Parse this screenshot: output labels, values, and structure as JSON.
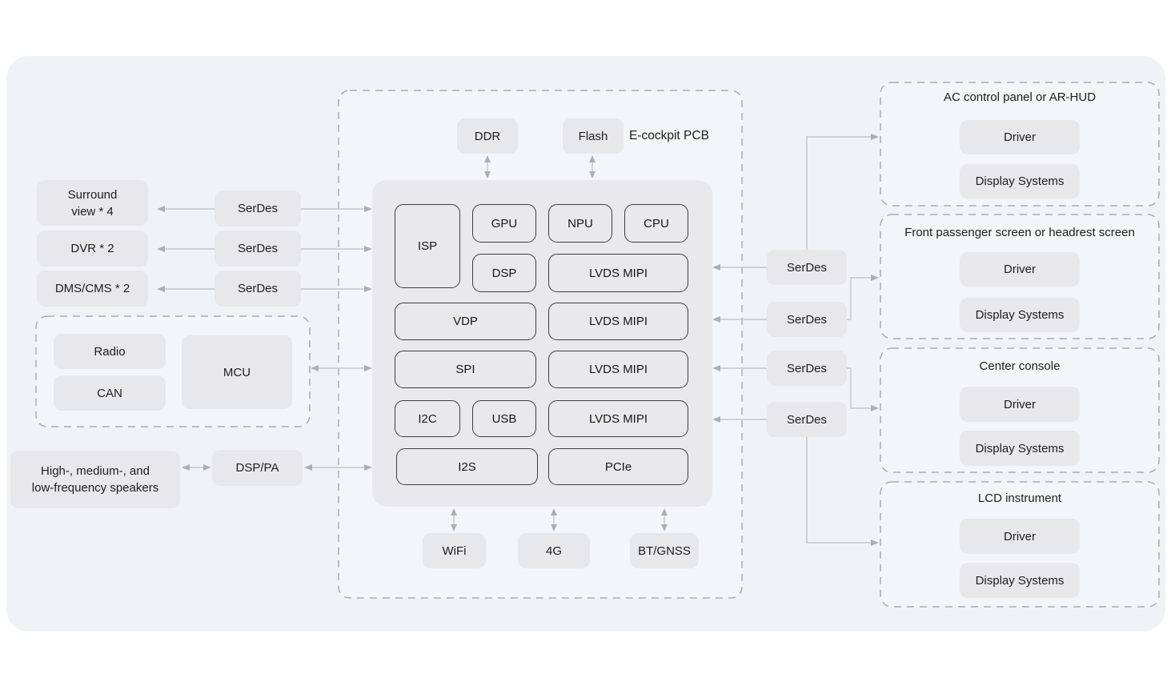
{
  "colors": {
    "page_bg": "#ffffff",
    "panel_bg": "#f1f2f6",
    "dashed_container_bg": "#f4f5f9",
    "box_fill": "#e8e8ea",
    "soc_fill": "#e9e9eb",
    "block_border": "#3e3e40",
    "dashed_border": "#a9adb3",
    "connector": "#c3c6ca",
    "arrowhead": "#abafb4",
    "text": "#1d1e20"
  },
  "left": {
    "surround_view": "Surround\nview * 4",
    "dvr": "DVR * 2",
    "dms_cms": "DMS/CMS * 2",
    "serdes": [
      "SerDes",
      "SerDes",
      "SerDes"
    ],
    "radio": "Radio",
    "can": "CAN",
    "mcu": "MCU",
    "speakers": "High-, medium-, and\nlow-frequency speakers",
    "dsp_pa": "DSP/PA"
  },
  "pcb": {
    "title": "E-cockpit PCB",
    "ddr": "DDR",
    "flash": "Flash",
    "soc": {
      "isp": "ISP",
      "gpu": "GPU",
      "npu": "NPU",
      "cpu": "CPU",
      "dsp": "DSP",
      "vdp": "VDP",
      "spi": "SPI",
      "i2c": "I2C",
      "usb": "USB",
      "i2s": "I2S",
      "pcie": "PCIe",
      "lvds_mipi": [
        "LVDS MIPI",
        "LVDS MIPI",
        "LVDS MIPI",
        "LVDS MIPI"
      ]
    },
    "wireless": {
      "wifi": "WiFi",
      "cellular": "4G",
      "bt_gnss": "BT/GNSS"
    }
  },
  "right": {
    "serdes": [
      "SerDes",
      "SerDes",
      "SerDes",
      "SerDes"
    ],
    "panels": [
      {
        "title": "AC control panel or AR-HUD",
        "driver": "Driver",
        "display": "Display Systems"
      },
      {
        "title": "Front passenger screen or headrest screen",
        "driver": "Driver",
        "display": "Display Systems"
      },
      {
        "title": "Center console",
        "driver": "Driver",
        "display": "Display Systems"
      },
      {
        "title": "LCD instrument",
        "driver": "Driver",
        "display": "Display Systems"
      }
    ]
  }
}
